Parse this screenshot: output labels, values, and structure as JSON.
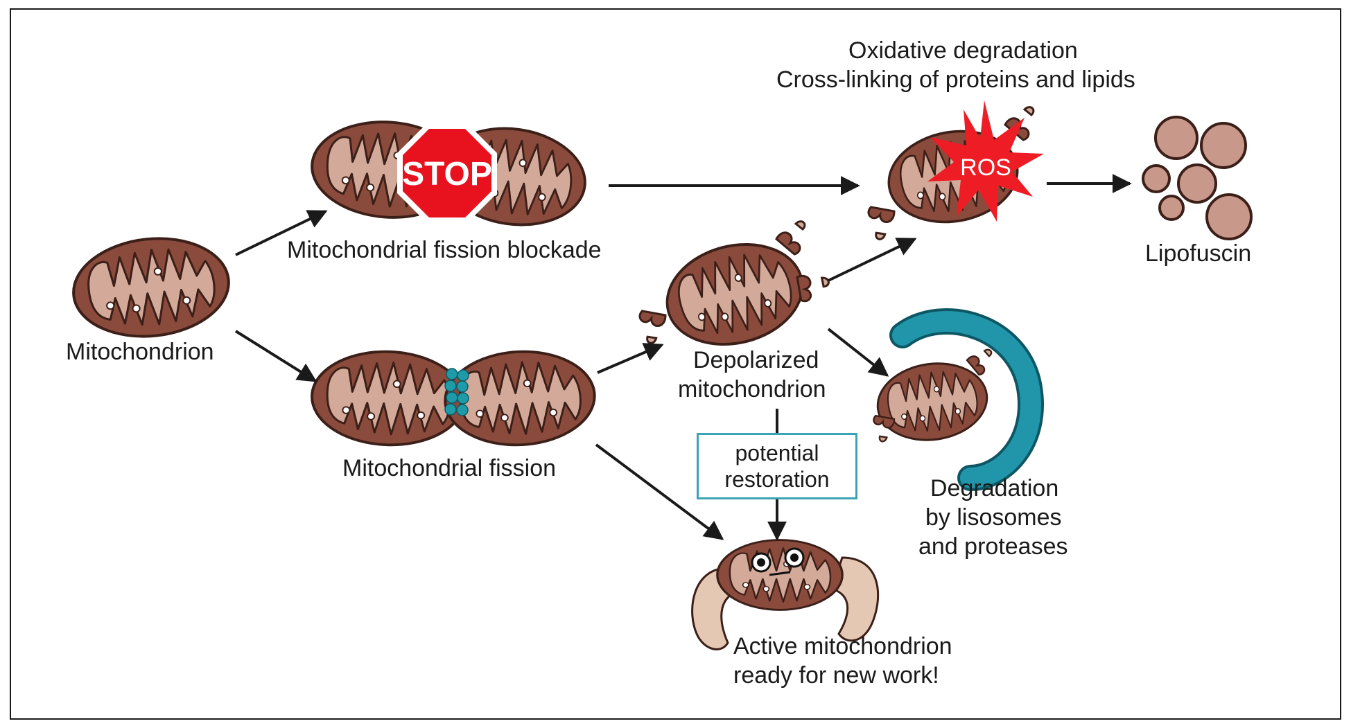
{
  "labels": {
    "mitochondrion": "Mitochondrion",
    "fission_blockade": "Mitochondrial fission blockade",
    "fission": "Mitochondrial fission",
    "depolarized_line1": "Depolarized",
    "depolarized_line2": "mitochondrion",
    "restoration_line1": "potential",
    "restoration_line2": "restoration",
    "oxidative_line1": "Oxidative degradation",
    "oxidative_line2": "Cross-linking of proteins and lipids",
    "lipofuscin": "Lipofuscin",
    "degradation_line1": "Degradation",
    "degradation_line2": "by lisosomes",
    "degradation_line3": "and proteases",
    "active_line1": "Active mitochondrion",
    "active_line2": "ready for new work!",
    "stop_sign": "STOP",
    "ros": "ROS"
  },
  "colors": {
    "mito_outer": "#8a4b3c",
    "mito_inner": "#d3aa9a",
    "outline": "#3b1f18",
    "stop_red": "#e8121f",
    "ros_red": "#ee1c25",
    "lysosome_teal": "#2196aa",
    "fission_dots": "#1e9aa8",
    "lipofuscin_fill": "#c8988a",
    "arrow": "#1a1a1a",
    "box_border": "#3aa3b5"
  }
}
